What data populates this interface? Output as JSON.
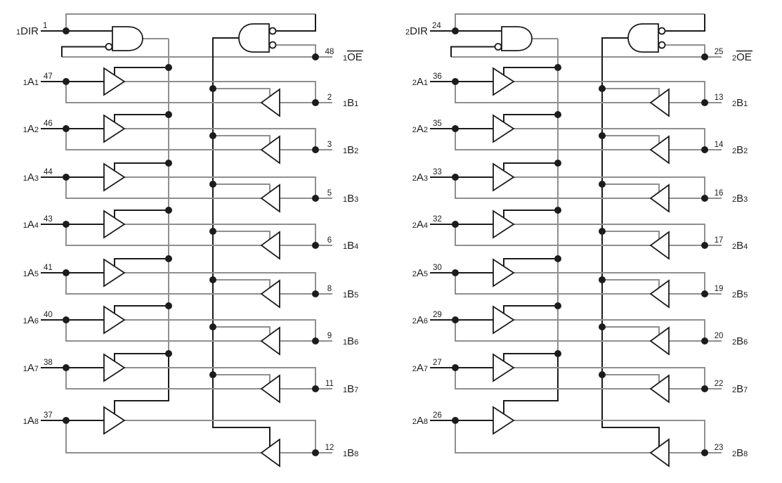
{
  "diagram_type": "bus-transceiver-logic-diagram",
  "colors": {
    "background": "#ffffff",
    "wire_gray": "#8f8f8f",
    "line_dark": "#1c1c1c",
    "text": "#1c1c1c"
  },
  "halves": [
    {
      "name": "port-1",
      "dir": {
        "prefix": "1",
        "base": "DIR",
        "pin": "1"
      },
      "oe": {
        "prefix": "1",
        "base": "OE",
        "pin": "48"
      },
      "rows": [
        {
          "a": {
            "prefix": "1",
            "base": "A",
            "sub": "1",
            "pin": "47"
          },
          "b": {
            "prefix": "1",
            "base": "B",
            "sub": "1",
            "pin": "2"
          }
        },
        {
          "a": {
            "prefix": "1",
            "base": "A",
            "sub": "2",
            "pin": "46"
          },
          "b": {
            "prefix": "1",
            "base": "B",
            "sub": "2",
            "pin": "3"
          }
        },
        {
          "a": {
            "prefix": "1",
            "base": "A",
            "sub": "3",
            "pin": "44"
          },
          "b": {
            "prefix": "1",
            "base": "B",
            "sub": "3",
            "pin": "5"
          }
        },
        {
          "a": {
            "prefix": "1",
            "base": "A",
            "sub": "4",
            "pin": "43"
          },
          "b": {
            "prefix": "1",
            "base": "B",
            "sub": "4",
            "pin": "6"
          }
        },
        {
          "a": {
            "prefix": "1",
            "base": "A",
            "sub": "5",
            "pin": "41"
          },
          "b": {
            "prefix": "1",
            "base": "B",
            "sub": "5",
            "pin": "8"
          }
        },
        {
          "a": {
            "prefix": "1",
            "base": "A",
            "sub": "6",
            "pin": "40"
          },
          "b": {
            "prefix": "1",
            "base": "B",
            "sub": "6",
            "pin": "9"
          }
        },
        {
          "a": {
            "prefix": "1",
            "base": "A",
            "sub": "7",
            "pin": "38"
          },
          "b": {
            "prefix": "1",
            "base": "B",
            "sub": "7",
            "pin": "11"
          }
        },
        {
          "a": {
            "prefix": "1",
            "base": "A",
            "sub": "8",
            "pin": "37"
          },
          "b": {
            "prefix": "1",
            "base": "B",
            "sub": "8",
            "pin": "12"
          }
        }
      ]
    },
    {
      "name": "port-2",
      "dir": {
        "prefix": "2",
        "base": "DIR",
        "pin": "24"
      },
      "oe": {
        "prefix": "2",
        "base": "OE",
        "pin": "25"
      },
      "rows": [
        {
          "a": {
            "prefix": "2",
            "base": "A",
            "sub": "1",
            "pin": "36"
          },
          "b": {
            "prefix": "2",
            "base": "B",
            "sub": "1",
            "pin": "13"
          }
        },
        {
          "a": {
            "prefix": "2",
            "base": "A",
            "sub": "2",
            "pin": "35"
          },
          "b": {
            "prefix": "2",
            "base": "B",
            "sub": "2",
            "pin": "14"
          }
        },
        {
          "a": {
            "prefix": "2",
            "base": "A",
            "sub": "3",
            "pin": "33"
          },
          "b": {
            "prefix": "2",
            "base": "B",
            "sub": "3",
            "pin": "16"
          }
        },
        {
          "a": {
            "prefix": "2",
            "base": "A",
            "sub": "4",
            "pin": "32"
          },
          "b": {
            "prefix": "2",
            "base": "B",
            "sub": "4",
            "pin": "17"
          }
        },
        {
          "a": {
            "prefix": "2",
            "base": "A",
            "sub": "5",
            "pin": "30"
          },
          "b": {
            "prefix": "2",
            "base": "B",
            "sub": "5",
            "pin": "19"
          }
        },
        {
          "a": {
            "prefix": "2",
            "base": "A",
            "sub": "6",
            "pin": "29"
          },
          "b": {
            "prefix": "2",
            "base": "B",
            "sub": "6",
            "pin": "20"
          }
        },
        {
          "a": {
            "prefix": "2",
            "base": "A",
            "sub": "7",
            "pin": "27"
          },
          "b": {
            "prefix": "2",
            "base": "B",
            "sub": "7",
            "pin": "22"
          }
        },
        {
          "a": {
            "prefix": "2",
            "base": "A",
            "sub": "8",
            "pin": "26"
          },
          "b": {
            "prefix": "2",
            "base": "B",
            "sub": "8",
            "pin": "23"
          }
        }
      ]
    }
  ]
}
